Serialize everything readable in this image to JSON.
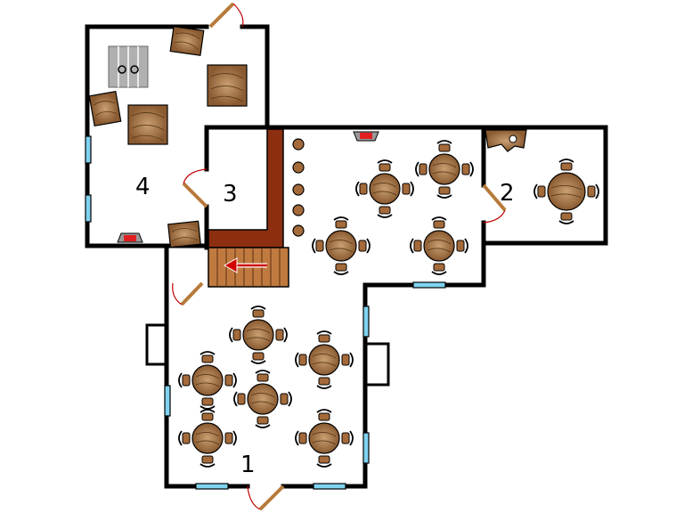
{
  "rooms": [
    {
      "id": "room-1",
      "label": "1"
    },
    {
      "id": "room-2",
      "label": "2"
    },
    {
      "id": "room-3",
      "label": "3"
    },
    {
      "id": "room-4",
      "label": "4"
    }
  ],
  "stairs": {
    "direction": "left"
  },
  "colors": {
    "wall": "#000000",
    "floor": "#ffffff",
    "wood": "#a46a3a",
    "wood_light": "#c9a073",
    "bar_counter": "#8b2f10",
    "stairs": "#c07a40",
    "window": "#7fd3f0",
    "door_arc": "#c00000",
    "fireplace_fire": "#e02020",
    "sink": "#b0b0b0"
  },
  "icons": {
    "table": "round-table-icon",
    "stool": "bar-stool-icon",
    "crate": "crate-icon",
    "fireplace": "fireplace-icon",
    "sink": "sink-icon"
  }
}
